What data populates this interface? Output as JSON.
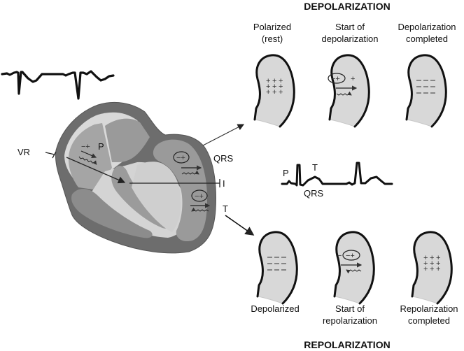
{
  "depolarization": {
    "title": "DEPOLARIZATION",
    "stages": [
      {
        "line1": "Polarized",
        "line2": "(rest)",
        "charge": "positive"
      },
      {
        "line1": "Start of",
        "line2": "depolarization",
        "charge": "wave-start"
      },
      {
        "line1": "Depolarization",
        "line2": "completed",
        "charge": "negative"
      }
    ]
  },
  "repolarization": {
    "title": "REPOLARIZATION",
    "stages": [
      {
        "line1": "Depolarized",
        "line2": "",
        "charge": "negative"
      },
      {
        "line1": "Start of",
        "line2": "repolarization",
        "charge": "wave-start"
      },
      {
        "line1": "Repolarization",
        "line2": "completed",
        "charge": "positive"
      }
    ]
  },
  "heart": {
    "labels": {
      "vr": "VR",
      "p": "P",
      "qrs": "QRS",
      "i": "I",
      "t": "T"
    },
    "dipole_symbol": "−+",
    "minus": "−",
    "plus": "+"
  },
  "ecg_center": {
    "p": "P",
    "qrs": "QRS",
    "t": "T"
  },
  "symbols": {
    "plus": "+",
    "minus": "−"
  }
}
